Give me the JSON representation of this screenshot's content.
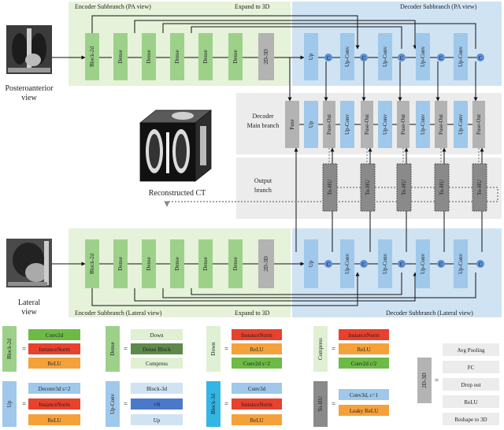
{
  "images": {
    "pa_label": "Posteroanterior",
    "pa_label2": "view",
    "lateral_label": "Lateral",
    "lateral_label2": "view",
    "ct_label": "Reconstructed CT"
  },
  "top": {
    "encoder_title": "Encoder Subbranch (PA view)",
    "expand_label": "Expand to 3D",
    "decoder_title": "Decoder Subbranch (PA view)",
    "blocks": [
      "Block-2d",
      "Dense",
      "Dense",
      "Dense",
      "Dense",
      "2D-3D"
    ],
    "dec_blocks": [
      "Up",
      "Up-Conv",
      "Up-Conv",
      "Up-Conv",
      "Up-Conv"
    ]
  },
  "middle": {
    "decoder_main_l1": "Decoder",
    "decoder_main_l2": "Main branch",
    "output_l1": "Output",
    "output_l2": "branch",
    "fuse": "Fuse",
    "up": "Up",
    "fuse_out": "Fuse-Out",
    "up_conv": "Up-Conv",
    "to_hu": "To-HU"
  },
  "bottom": {
    "encoder_title": "Encoder Subbranch (Lateral view)",
    "expand_label": "Expand to 3D",
    "decoder_title": "Decoder Subbranch (Lateral view)"
  },
  "concat_symbol": "C",
  "legend": {
    "eq": "=",
    "block2d": {
      "name": "Block-2d",
      "items": [
        "Conv2d",
        "InstanceNorm",
        "ReLU"
      ]
    },
    "dense": {
      "name": "Dense",
      "items": [
        "Down",
        "Dense Block",
        "Compress"
      ]
    },
    "down": {
      "name": "Down",
      "items": [
        "InstanceNorm",
        "ReLU",
        "Conv2d s=2"
      ]
    },
    "compress": {
      "name": "Compress",
      "items": [
        "InstanceNorm",
        "ReLU",
        "Conv2d c/2"
      ]
    },
    "twod3d": {
      "name": "2D-3D",
      "items": [
        "Avg Pooling",
        "FC",
        "Drop out",
        "ReLU",
        "Reshape to 3D"
      ]
    },
    "up": {
      "name": "Up",
      "items": [
        "Deconv3d s=2",
        "InstanceNorm",
        "ReLU"
      ]
    },
    "upconv": {
      "name": "Up-Conv",
      "items": [
        "Block-3d",
        "×N",
        "Up"
      ]
    },
    "block3d": {
      "name": "Block-3d",
      "items": [
        "Conv3d",
        "InstanceNorm",
        "ReLU"
      ]
    },
    "tohu": {
      "name": "To-HU",
      "items": [
        "Conv3d, c=1",
        "Leaky ReLU"
      ]
    }
  },
  "colors": {
    "encoder_bg": "#e6f2d9",
    "decoder_bg": "#cfe3f3",
    "main_bg": "#ececec",
    "green_block": "#9dd18a",
    "blue_block": "#9fc8ea",
    "gray_block": "#b3b3b3",
    "dark_gray": "#8a8a8a",
    "concat": "#5b8fd4",
    "red": "#e8412c",
    "orange": "#f5a13a",
    "green": "#6dbb45",
    "dark_green": "#5d8a4a",
    "light_green": "#dff0d3",
    "cyan": "#33b5e5",
    "blue_dark": "#4a79c9"
  }
}
